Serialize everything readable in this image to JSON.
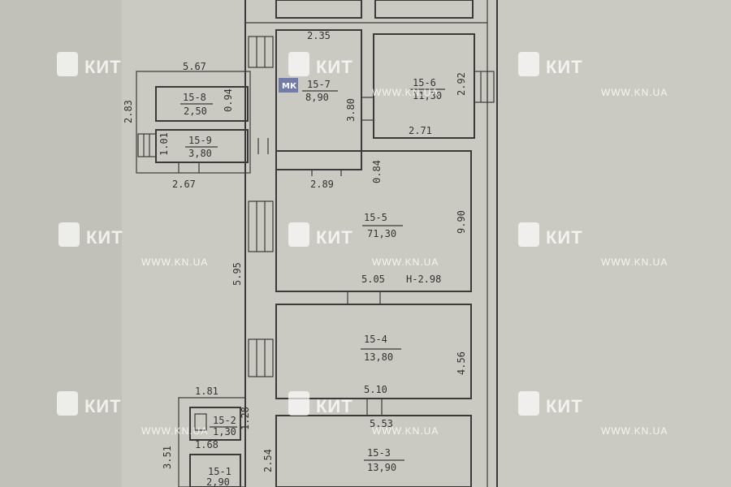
{
  "watermark": {
    "brand": "КИТ",
    "url": "WWW.KN.UA"
  },
  "stamp_label": "МК",
  "rooms": [
    {
      "id": "15-7",
      "area": "8,90"
    },
    {
      "id": "15-6",
      "area": "11,30"
    },
    {
      "id": "15-8",
      "area": "2,50"
    },
    {
      "id": "15-9",
      "area": "3,80"
    },
    {
      "id": "15-5",
      "area": "71,30"
    },
    {
      "id": "15-4",
      "area": "13,80"
    },
    {
      "id": "15-2",
      "area": "1,30"
    },
    {
      "id": "15-3",
      "area": "13,90"
    },
    {
      "id": "15-1",
      "area": "2,90"
    }
  ],
  "dimensions": {
    "d_2_35": "2.35",
    "d_5_67": "5.67",
    "d_2_92": "2.92",
    "d_2_71": "2.71",
    "d_3_80": "3.80",
    "d_0_94": "0.94",
    "d_2_83": "2.83",
    "d_1_01": "1.01",
    "d_2_67": "2.67",
    "d_2_89": "2.89",
    "d_0_84": "0.84",
    "d_9_90": "9.90",
    "d_5_05": "5.05",
    "d_h": "Н-2.98",
    "d_5_95": "5.95",
    "d_5_10": "5.10",
    "d_4_56": "4.56",
    "d_1_81": "1.81",
    "d_5_53": "5.53",
    "d_1_28": "1.28",
    "d_1_68": "1.68",
    "d_3_51": "3.51",
    "d_2_54": "2.54"
  }
}
